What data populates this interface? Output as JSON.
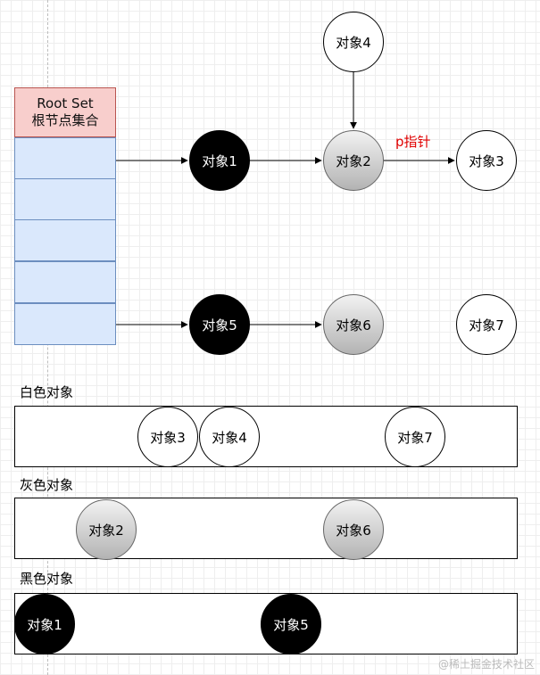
{
  "root_set": {
    "title_en": "Root Set",
    "title_cn": "根节点集合",
    "rows": 5,
    "header_fill": "#f8cecc",
    "row_fill": "#dae8fc"
  },
  "nodes": {
    "obj1": {
      "label": "对象1",
      "color": "black"
    },
    "obj2": {
      "label": "对象2",
      "color": "gray"
    },
    "obj3": {
      "label": "对象3",
      "color": "white"
    },
    "obj4": {
      "label": "对象4",
      "color": "white"
    },
    "obj5": {
      "label": "对象5",
      "color": "black"
    },
    "obj6": {
      "label": "对象6",
      "color": "gray"
    },
    "obj7": {
      "label": "对象7",
      "color": "white"
    }
  },
  "edges": [
    {
      "from": "root-row-1",
      "to": "obj1"
    },
    {
      "from": "obj1",
      "to": "obj2"
    },
    {
      "from": "obj4",
      "to": "obj2"
    },
    {
      "from": "obj2",
      "to": "obj3",
      "label": "p指针"
    },
    {
      "from": "root-row-5",
      "to": "obj5"
    },
    {
      "from": "obj5",
      "to": "obj6"
    }
  ],
  "edge_label": "p指针",
  "groups": {
    "white": {
      "title": "白色对象",
      "members": [
        "对象3",
        "对象4",
        "对象7"
      ]
    },
    "gray": {
      "title": "灰色对象",
      "members": [
        "对象2",
        "对象6"
      ]
    },
    "black": {
      "title": "黑色对象",
      "members": [
        "对象1",
        "对象5"
      ]
    }
  },
  "watermark": "@稀土掘金技术社区"
}
